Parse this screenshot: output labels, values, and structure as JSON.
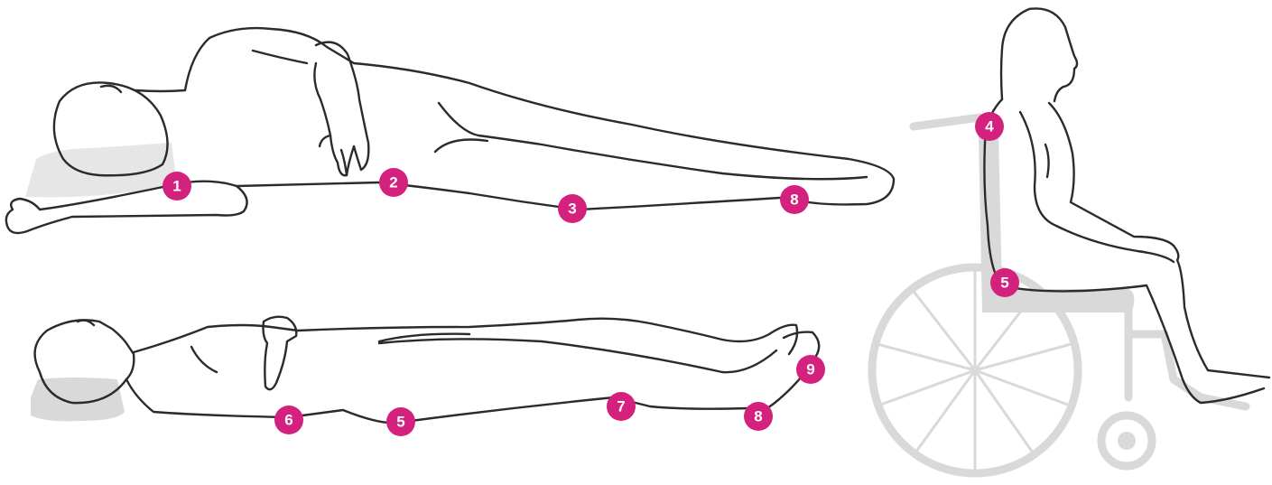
{
  "title": "",
  "colors": {
    "marker": "#d5217e",
    "marker_text": "#ffffff",
    "outline": "#2b2b2b",
    "support": "#d9d9d9"
  },
  "figures": [
    {
      "name": "side-lying",
      "markers": [
        "1",
        "2",
        "3",
        "8"
      ]
    },
    {
      "name": "supine",
      "markers": [
        "6",
        "5",
        "7",
        "8",
        "9"
      ]
    },
    {
      "name": "seated-wheelchair",
      "markers": [
        "4",
        "5"
      ]
    }
  ]
}
